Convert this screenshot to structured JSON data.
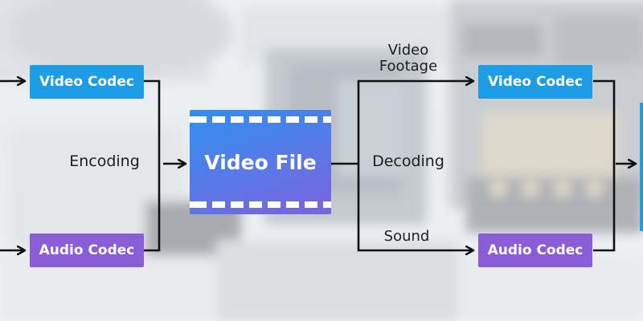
{
  "diagram": {
    "nodes": {
      "video_codec_left": "Video Codec",
      "audio_codec_left": "Audio Codec",
      "video_file": "Video File",
      "video_codec_right": "Video Codec",
      "audio_codec_right": "Audio Codec"
    },
    "labels": {
      "encoding": "Encoding",
      "decoding": "Decoding",
      "video_footage_line1": "Video",
      "video_footage_line2": "Footage",
      "sound": "Sound"
    },
    "colors": {
      "codec_video": "#1d9de6",
      "codec_audio": "#8a5cd8",
      "video_file_start": "#2f8ff0",
      "video_file_end": "#7b63de",
      "connector": "#111111"
    }
  }
}
